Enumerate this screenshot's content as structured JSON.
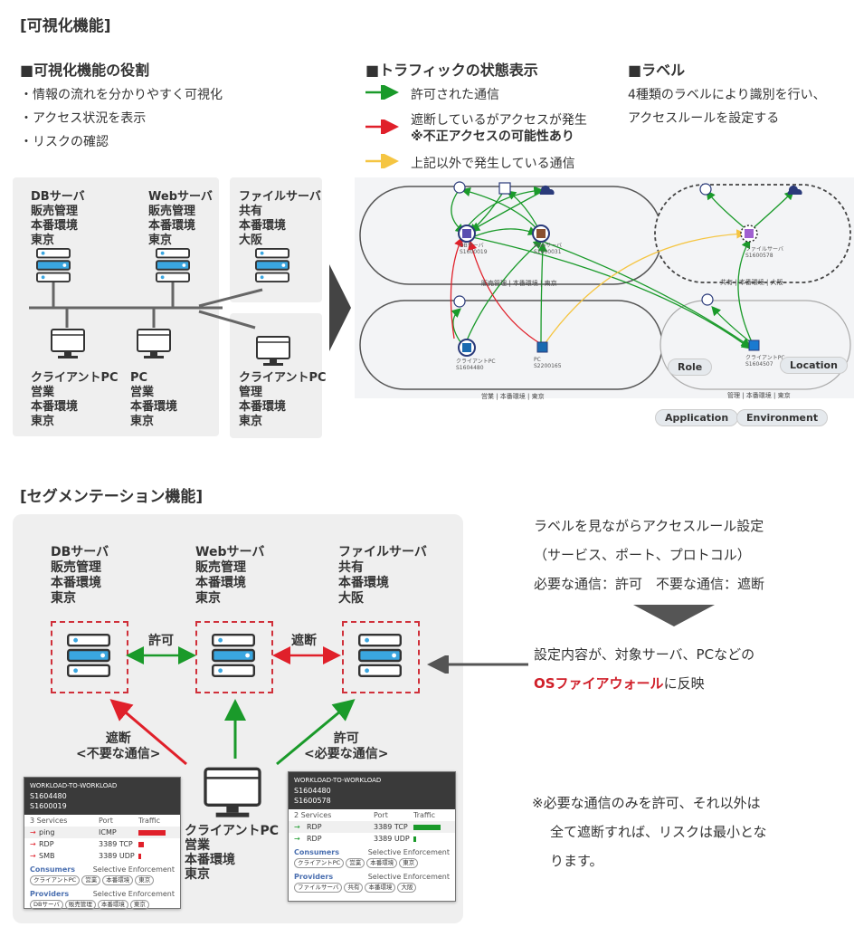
{
  "sections": {
    "visual": "[可視化機能]",
    "segment": "[セグメンテーション機能]"
  },
  "roles": {
    "title": "■可視化機能の役割",
    "items": [
      "・情報の流れを分かりやすく可視化",
      "・アクセス状況を表示",
      "・リスクの確認"
    ]
  },
  "traffic": {
    "title": "■トラフィックの状態表示",
    "allowed": "許可された通信",
    "blocked_1": "遮断しているがアクセスが発生",
    "blocked_2": "※不正アクセスの可能性あり",
    "other": "上記以外で発生している通信"
  },
  "labels": {
    "title": "■ラベル",
    "desc_1": "4種類のラベルにより識別を行い、",
    "desc_2": "アクセスルールを設定する"
  },
  "network": {
    "db": "DBサーバ\n販売管理\n本番環境\n東京",
    "web": "Webサーバ\n販売管理\n本番環境\n東京",
    "file": "ファイルサーバ\n共有\n本番環境\n大阪",
    "client1": "クライアントPC\n営業\n本番環境\n東京",
    "pc": "PC\n営業\n本番環境\n東京",
    "client2": "クライアントPC\n管理\n本番環境\n東京"
  },
  "map": {
    "db_node": "DBサーバ",
    "db_id": "S1600019",
    "web_node": "Webサーバ",
    "web_id": "S1600031",
    "file_node": "ファイルサーバ",
    "file_id": "S1600578",
    "client_node": "クライアントPC",
    "client_id": "S1604480",
    "pc_node": "PC",
    "pc_id": "S2200165",
    "client2_node": "クライアントPC",
    "client2_id": "S1604507",
    "group_top_left": "販売管理 | 本番環境 | 東京",
    "group_top_right": "共有 | 本番環境 | 大阪",
    "group_bottom_left": "営業 | 本番環境 | 東京",
    "group_bottom_right": "管理 | 本番環境 | 東京",
    "tag_role": "Role",
    "tag_location": "Location",
    "tag_application": "Application",
    "tag_environment": "Environment"
  },
  "segment": {
    "db": "DBサーバ\n販売管理\n本番環境\n東京",
    "web": "Webサーバ\n販売管理\n本番環境\n東京",
    "file": "ファイルサーバ\n共有\n本番環境\n大阪",
    "client": "クライアントPC\n営業\n本番環境\n東京",
    "allow": "許可",
    "deny": "遮断",
    "deny_left": "遮断\n<不要な通信>",
    "allow_right": "許可\n<必要な通信>"
  },
  "right_text": {
    "line1": "ラベルを見ながらアクセスルール設定",
    "line2": "（サービス、ポート、プロトコル）",
    "line3": "必要な通信：許可　不要な通信：遮断",
    "line4": "設定内容が、対象サーバ、PCなどの",
    "line5_red": "OSファイアウォール",
    "line5_rest": "に反映",
    "note1": "※必要な通信のみを許可、それ以外は",
    "note2": "全て遮断すれば、リスクは最小とな",
    "note3": "ります。"
  },
  "w1": {
    "title": "WORKLOAD-TO-WORKLOAD",
    "a": "S1604480",
    "b": "S1600019",
    "svc_count": "3 Services",
    "port_h": "Port",
    "traffic_h": "Traffic",
    "rows": [
      {
        "name": "ping",
        "port": "ICMP"
      },
      {
        "name": "RDP",
        "port": "3389 TCP"
      },
      {
        "name": "SMB",
        "port": "3389 UDP"
      }
    ],
    "consumers": "Consumers",
    "providers": "Providers",
    "enforcement": "Selective Enforcement",
    "consumer_chips": [
      "クライアントPC",
      "営業",
      "本番環境",
      "東京"
    ],
    "provider_chips": [
      "DBサーバ",
      "販売管理",
      "本番環境",
      "東京"
    ]
  },
  "w2": {
    "title": "WORKLOAD-TO-WORKLOAD",
    "a": "S1604480",
    "b": "S1600578",
    "svc_count": "2 Services",
    "port_h": "Port",
    "traffic_h": "Traffic",
    "rows": [
      {
        "name": "RDP",
        "port": "3389 TCP"
      },
      {
        "name": "RDP",
        "port": "3389 UDP"
      }
    ],
    "consumers": "Consumers",
    "providers": "Providers",
    "enforcement": "Selective Enforcement",
    "consumer_chips": [
      "クライアントPC",
      "営業",
      "本番環境",
      "東京"
    ],
    "provider_chips": [
      "ファイルサーバ",
      "共有",
      "本番環境",
      "大阪"
    ]
  },
  "colors": {
    "green": "#1a9a2a",
    "red": "#e0202a",
    "yellow": "#f5c542",
    "accent_red": "#d0202a"
  }
}
